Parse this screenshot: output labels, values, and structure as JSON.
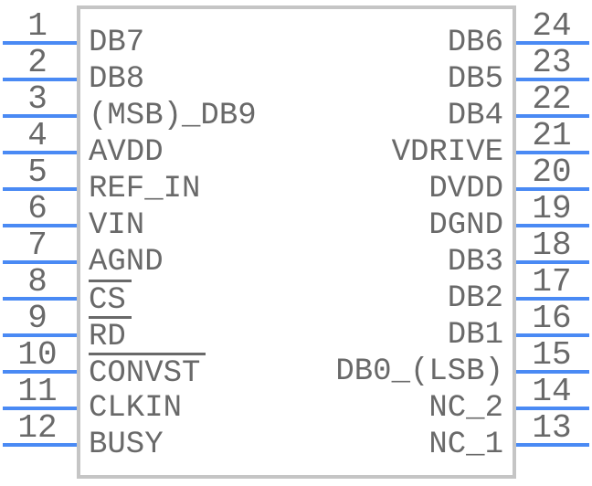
{
  "component": {
    "left_pins": [
      {
        "number": "1",
        "label": "DB7",
        "overline": false
      },
      {
        "number": "2",
        "label": "DB8",
        "overline": false
      },
      {
        "number": "3",
        "label": "(MSB)_DB9",
        "overline": false
      },
      {
        "number": "4",
        "label": "AVDD",
        "overline": false
      },
      {
        "number": "5",
        "label": "REF_IN",
        "overline": false
      },
      {
        "number": "6",
        "label": "VIN",
        "overline": false
      },
      {
        "number": "7",
        "label": "AGND",
        "overline": false
      },
      {
        "number": "8",
        "label": "CS",
        "overline": true
      },
      {
        "number": "9",
        "label": "RD",
        "overline": true
      },
      {
        "number": "10",
        "label": "CONVST",
        "overline": true
      },
      {
        "number": "11",
        "label": "CLKIN",
        "overline": false
      },
      {
        "number": "12",
        "label": "BUSY",
        "overline": false
      }
    ],
    "right_pins": [
      {
        "number": "24",
        "label": "DB6",
        "overline": false
      },
      {
        "number": "23",
        "label": "DB5",
        "overline": false
      },
      {
        "number": "22",
        "label": "DB4",
        "overline": false
      },
      {
        "number": "21",
        "label": "VDRIVE",
        "overline": false
      },
      {
        "number": "20",
        "label": "DVDD",
        "overline": false
      },
      {
        "number": "19",
        "label": "DGND",
        "overline": false
      },
      {
        "number": "18",
        "label": "DB3",
        "overline": false
      },
      {
        "number": "17",
        "label": "DB2",
        "overline": false
      },
      {
        "number": "16",
        "label": "DB1",
        "overline": false
      },
      {
        "number": "15",
        "label": "DB0_(LSB)",
        "overline": false
      },
      {
        "number": "14",
        "label": "NC_2",
        "overline": false
      },
      {
        "number": "13",
        "label": "NC_1",
        "overline": false
      }
    ]
  },
  "colors": {
    "pin_line": "#4a8af4",
    "body_border": "#c5c5c5",
    "text": "#696969",
    "background": "#ffffff"
  }
}
